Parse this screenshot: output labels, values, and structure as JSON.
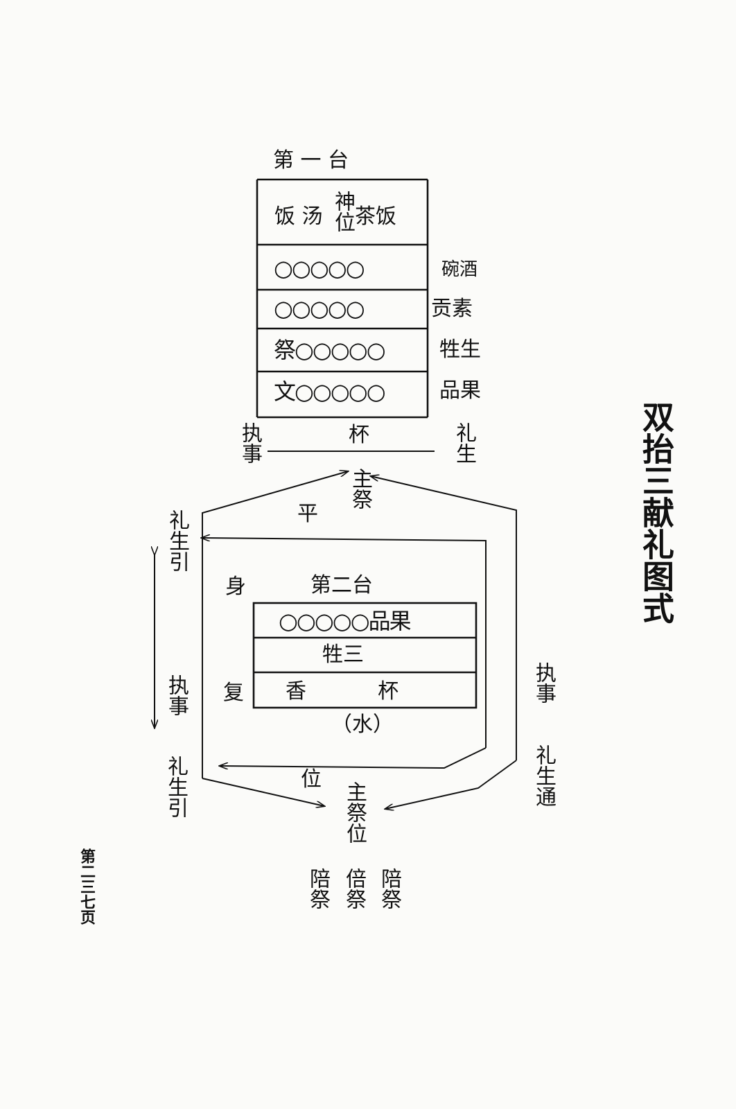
{
  "title": "双抬三献礼图式",
  "page_number": "第二三七页",
  "table1": {
    "caption": "第 一 台",
    "row0": {
      "left": "饭 汤",
      "center": "神位",
      "right": "茶饭"
    },
    "rows": [
      {
        "content": "○○○○○",
        "side": "碗酒"
      },
      {
        "content": "○○○○○",
        "side": "贡素"
      },
      {
        "content": "祭○○○○○",
        "side": "牲生"
      },
      {
        "content": "文○○○○○",
        "side": "品果"
      }
    ]
  },
  "cup_row": {
    "left": "执事",
    "center": "杯",
    "right": "礼生"
  },
  "main_top": "主祭",
  "ping": "平",
  "left_top": "礼生引",
  "shen": "身",
  "table2": {
    "caption": "第二台",
    "rows": [
      "○○○○○品果",
      "牲三",
      "香  杯"
    ],
    "below": "（水）"
  },
  "fu": "复",
  "left_mid": "执事",
  "left_bottom": "礼生引",
  "right_mid": "执事",
  "right_bottom": "礼生通",
  "wei": "位",
  "main_bottom": "主祭位",
  "attendants": [
    "陪祭",
    "倍祭",
    "陪祭"
  ]
}
